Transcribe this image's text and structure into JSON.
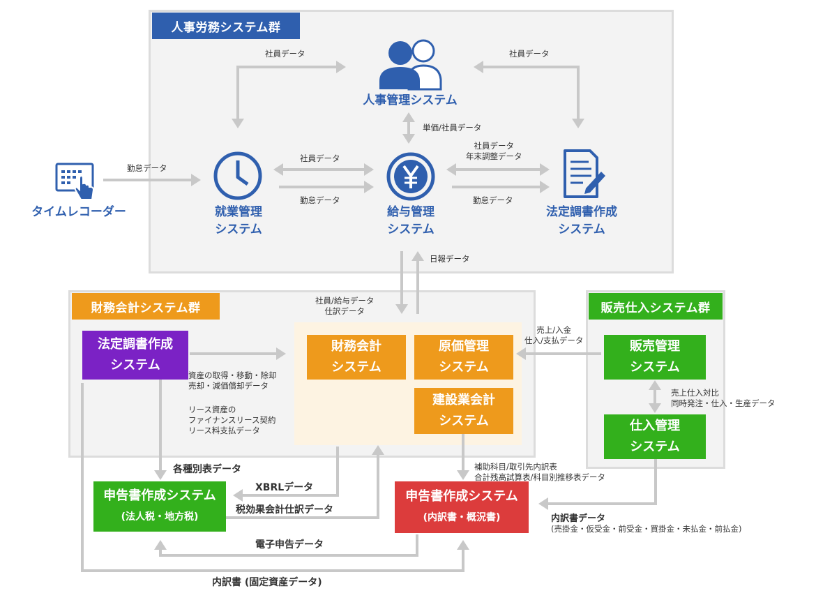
{
  "colors": {
    "blue": "#2f5fae",
    "orange": "#ee9a1c",
    "purple": "#7b22c5",
    "green": "#33b01c",
    "red": "#dc3c3c",
    "arrow": "#c8c8c8"
  },
  "groups": {
    "hr": "人事労務システム群",
    "finance": "財務会計システム群",
    "sales": "販売仕入システム群"
  },
  "nodes": {
    "hr_mgmt": "人事管理システム",
    "attendance": [
      "就業管理",
      "システム"
    ],
    "payroll": [
      "給与管理",
      "システム"
    ],
    "legal_hr": [
      "法定調書作成",
      "システム"
    ],
    "time_recorder": "タイムレコーダー"
  },
  "icons": {
    "hr_mgmt": "people-icon",
    "attendance": "clock-icon",
    "payroll": "yen-icon",
    "legal_hr": "document-pen-icon",
    "time_recorder": "keypad-touch-icon"
  },
  "boxes": {
    "legal_fin": [
      "法定調書作成",
      "システム"
    ],
    "fin_acct": [
      "財務会計",
      "システム"
    ],
    "cost": [
      "原価管理",
      "システム"
    ],
    "construction": [
      "建設業会計",
      "システム"
    ],
    "sales_mgmt": [
      "販売管理",
      "システム"
    ],
    "purchase": [
      "仕入管理",
      "システム"
    ],
    "tax_corp": [
      "申告書作成システム",
      "(法人税・地方税)"
    ],
    "tax_detail": [
      "申告書作成システム",
      "(内訳書・概況書)"
    ]
  },
  "labels": {
    "emp_data_left": "社員データ",
    "emp_data_right": "社員データ",
    "unit_emp": "単価/社員データ",
    "attendance_tr": "勤怠データ",
    "emp_att_pay": "社員データ",
    "att_att_pay": "勤怠データ",
    "emp_year_end": [
      "社員データ",
      "年末調整データ"
    ],
    "att_pay_legal": "勤怠データ",
    "daily_report": "日報データ",
    "emp_salary_journal": [
      "社員/給与データ",
      "仕訳データ"
    ],
    "sales_payment": [
      "売上/入金",
      "仕入/支払データ"
    ],
    "asset_data": [
      "資産の取得・移動・除却",
      "売却・減価償却データ"
    ],
    "lease_data": [
      "リース資産の",
      "ファイナンスリース契約",
      "リース料支払データ"
    ],
    "sales_purchase": [
      "売上仕入対比",
      "同時発注・仕入・生産データ"
    ],
    "various_tables": "各種別表データ",
    "xbrl": "XBRLデータ",
    "tax_effect": "税効果会計仕訳データ",
    "aux_accounts": [
      "補助科目/取引先内訳表",
      "合計残高試算表/科目別推移表データ"
    ],
    "breakdown_data": [
      "内訳書データ",
      "(売掛金・仮受金・前受金・買掛金・未払金・前払金)"
    ],
    "e_filing": "電子申告データ",
    "fixed_assets": "内訳書 (固定資産データ)"
  }
}
